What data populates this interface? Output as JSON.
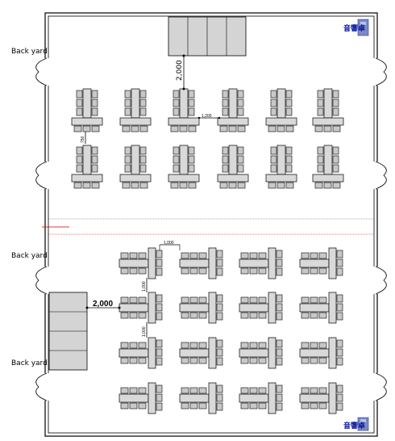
{
  "colors": {
    "wall": "#000000",
    "table": "#d9d9d9",
    "chair": "#c8c8c8",
    "stage": "#d4d4d4",
    "partition": "#c00000",
    "audio_text": "#0a1a9a",
    "audio_icon": "#7c89c8"
  },
  "labels": {
    "back_yard_top": "Back yard",
    "back_yard_mid": "Back yard",
    "back_yard_bottom": "Back yard",
    "audio_desk_top": "音響卓",
    "audio_desk_bottom": "音響卓"
  },
  "dimensions": {
    "upper_stage_to_table": "2,000",
    "upper_table_gap_h": "1,200",
    "upper_table_gap_v": "750",
    "lower_stage_to_table": "2,000",
    "lower_table_gap_h": "1,000",
    "lower_table_gap_v1": "1,000",
    "lower_table_gap_v2": "1,000"
  },
  "icons": {
    "audio_desk": "mixer-desk-icon",
    "door": "door-swing-icon"
  }
}
